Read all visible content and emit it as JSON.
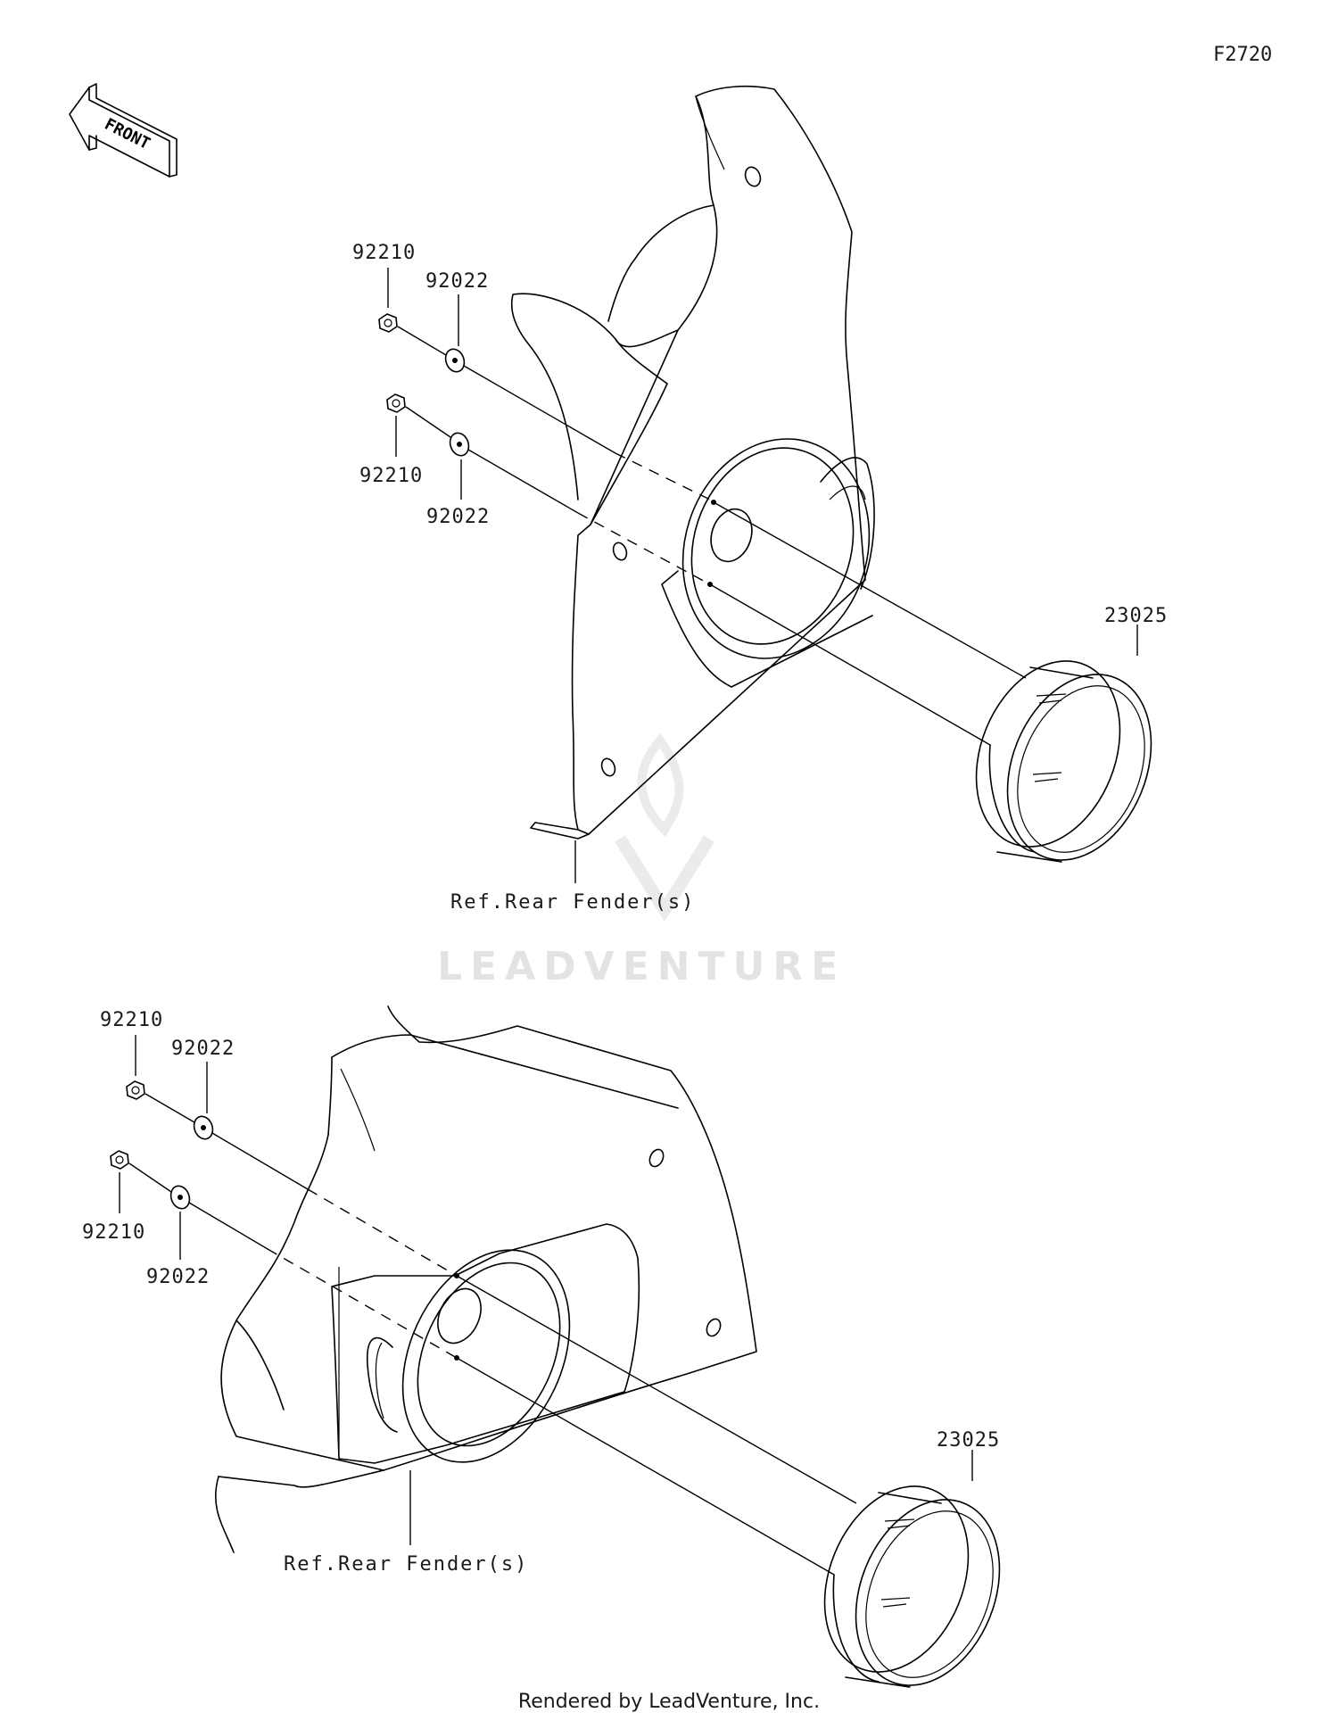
{
  "diagram": {
    "figure_code": "F2720",
    "front_label": "FRONT",
    "watermark": "LEADVENTURE",
    "upper_assembly": {
      "nut_top": "92210",
      "washer_top": "92022",
      "nut_bottom": "92210",
      "washer_bottom": "92022",
      "cover": "23025",
      "reference": "Ref.Rear Fender(s)"
    },
    "lower_assembly": {
      "nut_top": "92210",
      "washer_top": "92022",
      "nut_bottom": "92210",
      "washer_bottom": "92022",
      "cover": "23025",
      "reference": "Ref.Rear Fender(s)"
    }
  },
  "footer": {
    "credit": "Rendered by LeadVenture, Inc."
  }
}
